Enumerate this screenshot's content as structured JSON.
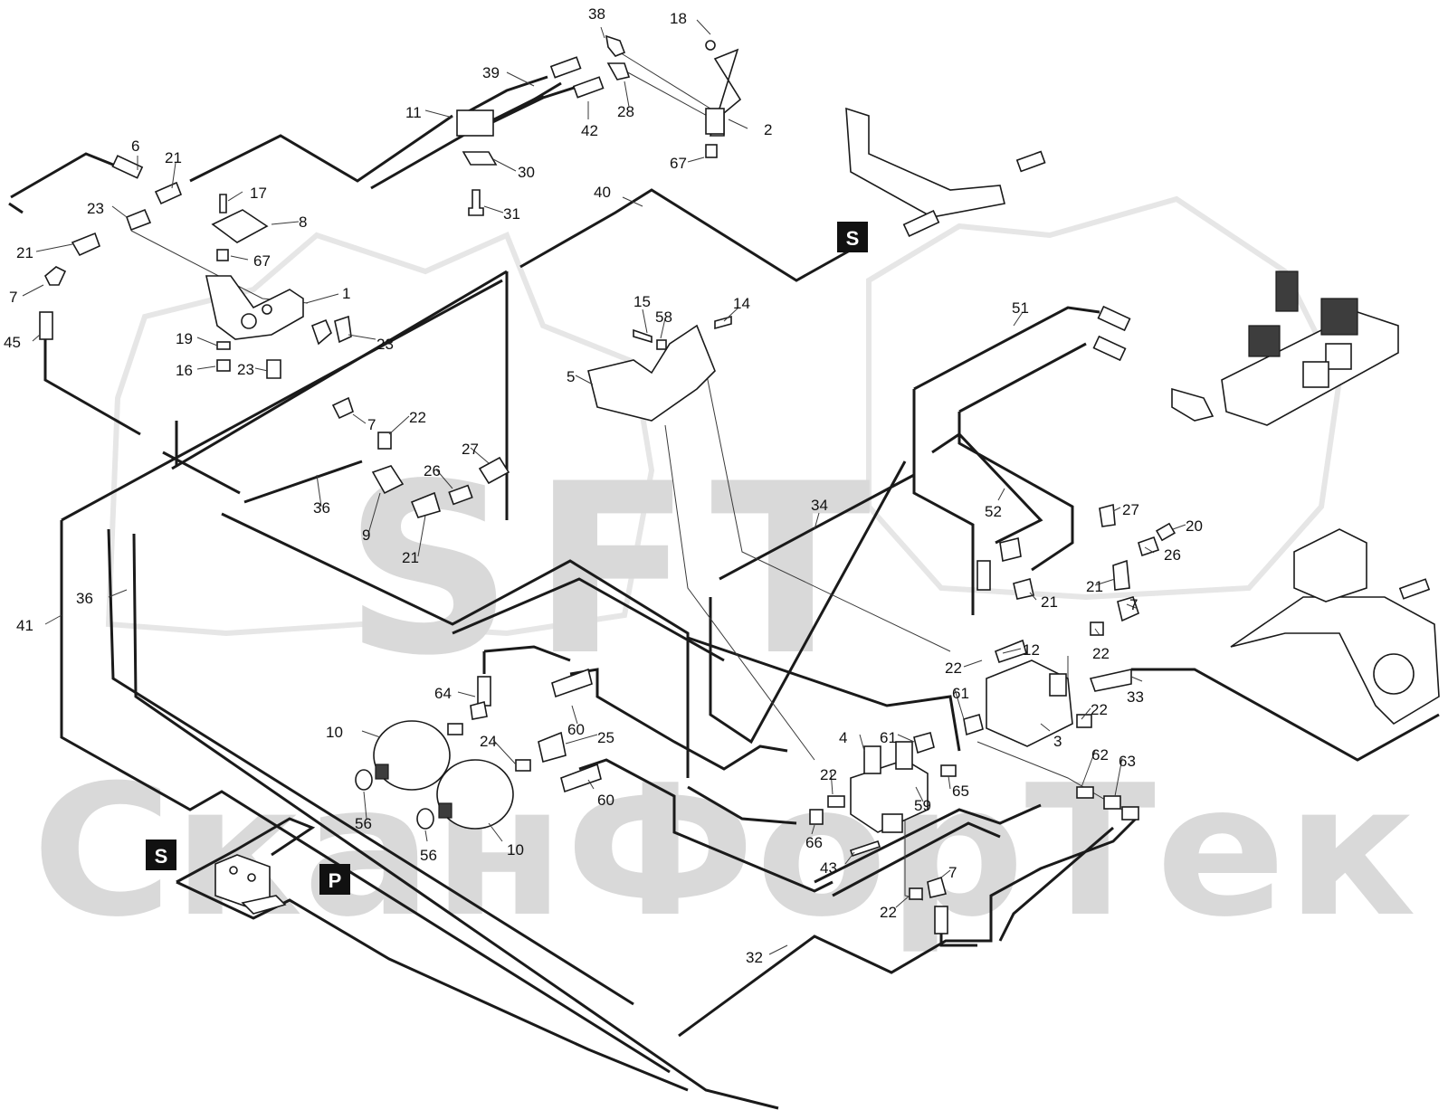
{
  "watermark": {
    "logo_text": "SFT",
    "brand_text": "СканФорТек"
  },
  "tags": [
    {
      "id": "S"
    },
    {
      "id": "S"
    },
    {
      "id": "P"
    }
  ],
  "callouts": [
    {
      "text": "38"
    },
    {
      "text": "18"
    },
    {
      "text": "39"
    },
    {
      "text": "11"
    },
    {
      "text": "42"
    },
    {
      "text": "28"
    },
    {
      "text": "2"
    },
    {
      "text": "67"
    },
    {
      "text": "6"
    },
    {
      "text": "21"
    },
    {
      "text": "17"
    },
    {
      "text": "30"
    },
    {
      "text": "40"
    },
    {
      "text": "23"
    },
    {
      "text": "8"
    },
    {
      "text": "31"
    },
    {
      "text": "21"
    },
    {
      "text": "67"
    },
    {
      "text": "7"
    },
    {
      "text": "1"
    },
    {
      "text": "45"
    },
    {
      "text": "19"
    },
    {
      "text": "23"
    },
    {
      "text": "16"
    },
    {
      "text": "23"
    },
    {
      "text": "7"
    },
    {
      "text": "22"
    },
    {
      "text": "27"
    },
    {
      "text": "26"
    },
    {
      "text": "36"
    },
    {
      "text": "9"
    },
    {
      "text": "21"
    },
    {
      "text": "15"
    },
    {
      "text": "58"
    },
    {
      "text": "14"
    },
    {
      "text": "5"
    },
    {
      "text": "51"
    },
    {
      "text": "34"
    },
    {
      "text": "27"
    },
    {
      "text": "52"
    },
    {
      "text": "20"
    },
    {
      "text": "26"
    },
    {
      "text": "21"
    },
    {
      "text": "21"
    },
    {
      "text": "7"
    },
    {
      "text": "36"
    },
    {
      "text": "41"
    },
    {
      "text": "12"
    },
    {
      "text": "22"
    },
    {
      "text": "22"
    },
    {
      "text": "64"
    },
    {
      "text": "61"
    },
    {
      "text": "33"
    },
    {
      "text": "22"
    },
    {
      "text": "10"
    },
    {
      "text": "24"
    },
    {
      "text": "60"
    },
    {
      "text": "25"
    },
    {
      "text": "4"
    },
    {
      "text": "61"
    },
    {
      "text": "3"
    },
    {
      "text": "62"
    },
    {
      "text": "63"
    },
    {
      "text": "22"
    },
    {
      "text": "65"
    },
    {
      "text": "60"
    },
    {
      "text": "56"
    },
    {
      "text": "59"
    },
    {
      "text": "66"
    },
    {
      "text": "56"
    },
    {
      "text": "10"
    },
    {
      "text": "43"
    },
    {
      "text": "7"
    },
    {
      "text": "22"
    },
    {
      "text": "32"
    }
  ]
}
